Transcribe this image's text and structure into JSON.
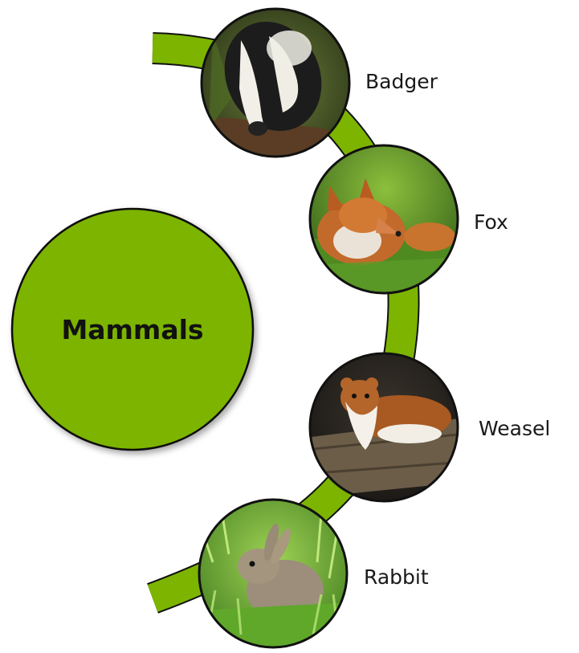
{
  "title": "Mammals",
  "colors": {
    "accent": "#7cb400",
    "outline": "#111111",
    "background": "#ffffff"
  },
  "items": [
    {
      "label": "Badger",
      "image": "badger-photo"
    },
    {
      "label": "Fox",
      "image": "fox-photo"
    },
    {
      "label": "Weasel",
      "image": "weasel-photo"
    },
    {
      "label": "Rabbit",
      "image": "rabbit-photo"
    }
  ]
}
